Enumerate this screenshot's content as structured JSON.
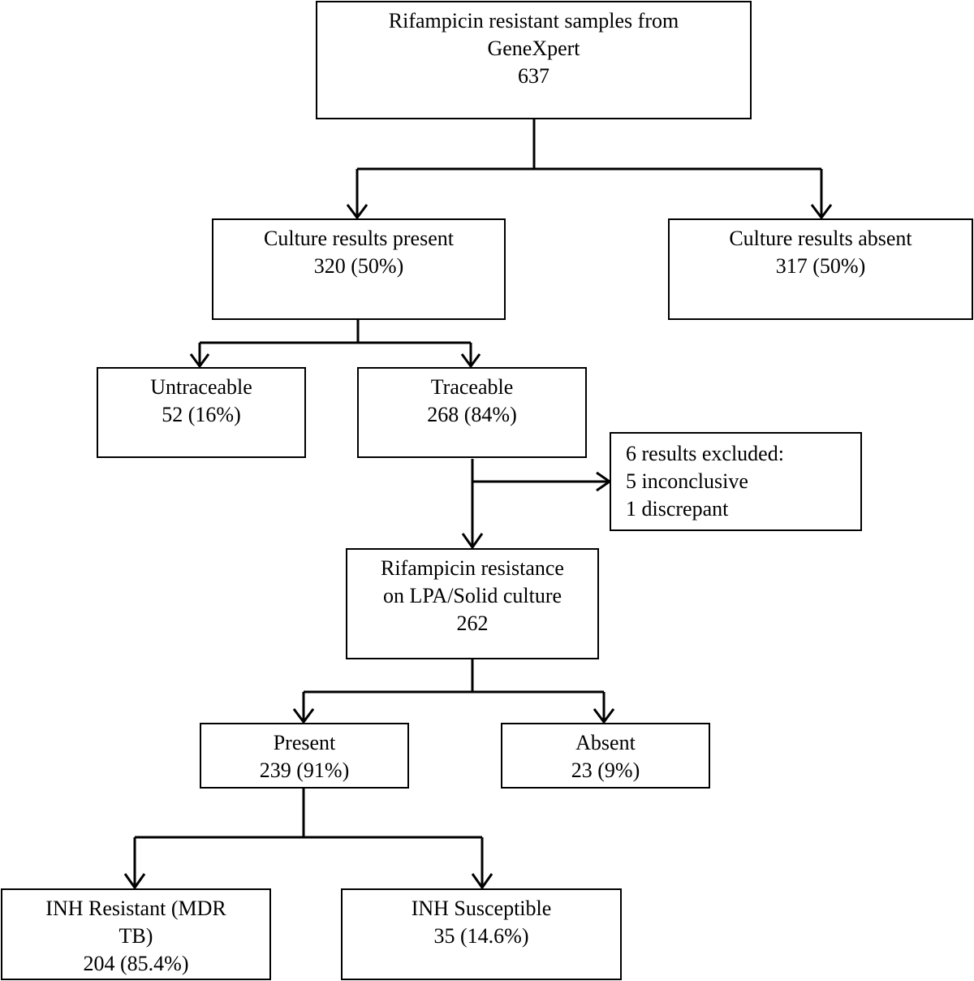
{
  "nodes": {
    "root": {
      "line1": "Rifampicin resistant samples from",
      "line2": "GeneXpert",
      "line3": "637"
    },
    "culture_present": {
      "line1": "Culture results present",
      "line2": "320 (50%)"
    },
    "culture_absent": {
      "line1": "Culture results absent",
      "line2": "317 (50%)"
    },
    "untraceable": {
      "line1": "Untraceable",
      "line2": "52 (16%)"
    },
    "traceable": {
      "line1": "Traceable",
      "line2": "268 (84%)"
    },
    "excluded": {
      "line1": "6 results excluded:",
      "line2": "5 inconclusive",
      "line3": "1 discrepant"
    },
    "rif_resistance": {
      "line1": "Rifampicin resistance",
      "line2": "on LPA/Solid culture",
      "line3": "262"
    },
    "present": {
      "line1": "Present",
      "line2": "239 (91%)"
    },
    "absent": {
      "line1": "Absent",
      "line2": "23 (9%)"
    },
    "inh_resistant": {
      "line1": "INH Resistant (MDR",
      "line2": "TB)",
      "line3": "204 (85.4%)"
    },
    "inh_susceptible": {
      "line1": "INH Susceptible",
      "line2": "35 (14.6%)"
    }
  },
  "colors": {
    "line": "#000000",
    "box_border": "#000000",
    "background": "#ffffff"
  }
}
